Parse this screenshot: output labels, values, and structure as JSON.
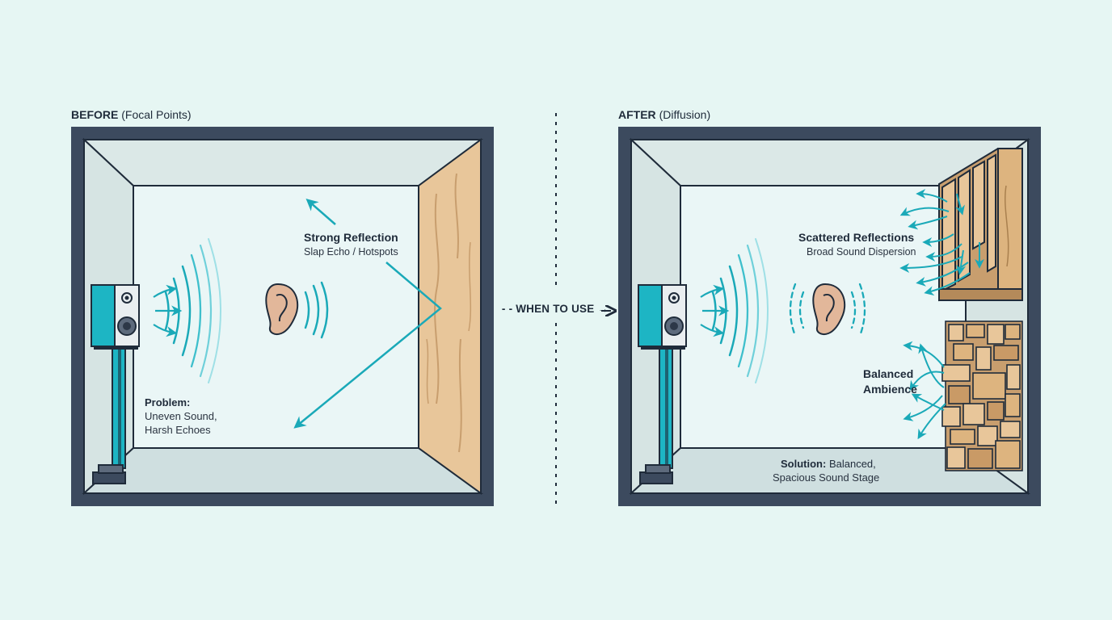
{
  "before": {
    "title_bold": "BEFORE",
    "title_rest": "(Focal Points)",
    "reflection_title": "Strong Reflection",
    "reflection_sub": "Slap Echo / Hotspots",
    "problem_title": "Problem:",
    "problem_line1": "Uneven Sound,",
    "problem_line2": "Harsh Echoes"
  },
  "after": {
    "title_bold": "AFTER",
    "title_rest": "(Diffusion)",
    "scattered_title": "Scattered Reflections",
    "scattered_sub": "Broad Sound Dispersion",
    "balanced_line1": "Balanced",
    "balanced_line2": "Ambience",
    "solution_bold": "Solution:",
    "solution_rest": " Balanced,",
    "solution_line2": "Spacious Sound Stage"
  },
  "divider": {
    "label": "- -  WHEN TO USE →"
  },
  "colors": {
    "background": "#e6f6f3",
    "room_frame": "#3c4a5e",
    "wall": "#dde9e8",
    "floor": "#d3e1e1",
    "accent_teal": "#1db5c4",
    "wood": "#e8c69a",
    "wood_dark": "#c89e6e"
  },
  "icons": [
    "speaker-icon",
    "ear-icon",
    "diffuser-panel-icon",
    "skyline-diffuser-icon"
  ]
}
